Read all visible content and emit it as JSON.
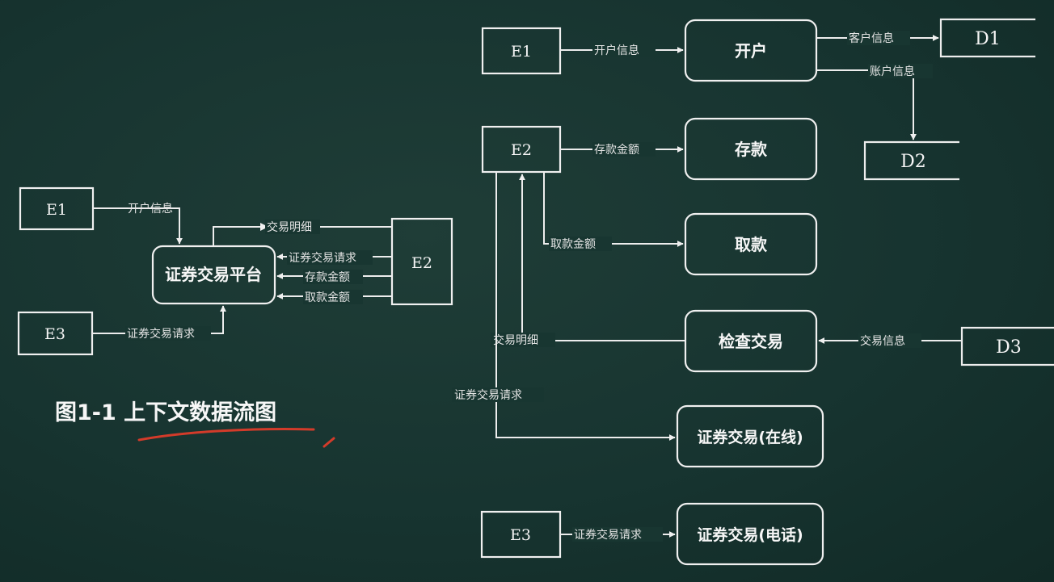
{
  "caption": {
    "text": "图1-1 上下文数据流图"
  },
  "context_diagram": {
    "entities": {
      "e1": "E1",
      "e2": "E2",
      "e3": "E3"
    },
    "process": "证券交易平台",
    "flows": {
      "e1_to_platform": "开户信息",
      "platform_to_e2": "交易明细",
      "e2_request": "证券交易请求",
      "e2_deposit": "存款金额",
      "e2_withdraw": "取款金额",
      "e3_to_platform": "证券交易请求"
    }
  },
  "detail_diagram": {
    "entities": {
      "e1": "E1",
      "e2": "E2",
      "e3": "E3"
    },
    "stores": {
      "d1": "D1",
      "d2": "D2",
      "d3": "D3"
    },
    "processes": {
      "open_account": "开户",
      "deposit": "存款",
      "withdraw": "取款",
      "check_trade": "检查交易",
      "trade_online": "证券交易(在线)",
      "trade_phone": "证券交易(电话)"
    },
    "flows": {
      "e1_to_open": "开户信息",
      "open_to_d1": "客户信息",
      "open_to_d2": "账户信息",
      "e2_to_deposit": "存款金额",
      "e2_to_withdraw": "取款金额",
      "check_to_e2": "交易明细",
      "d3_to_check": "交易信息",
      "e2_to_online": "证券交易请求",
      "e3_to_phone": "证券交易请求"
    }
  }
}
